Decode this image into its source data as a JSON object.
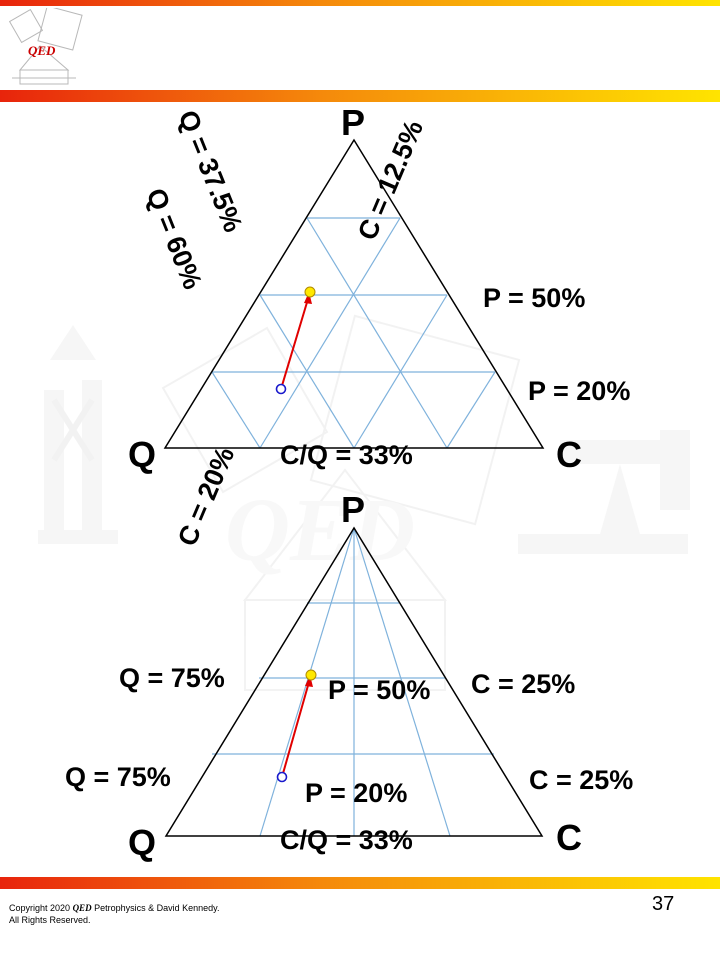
{
  "brand": {
    "logo_text": "QED",
    "accent_colors": [
      "#e8240c",
      "#f58a0b",
      "#ffe400"
    ]
  },
  "top_diagram": {
    "apex_label": "P",
    "left_label": "Q",
    "right_label": "C",
    "labels": {
      "q_375": "Q = 37.5%",
      "q_60": "Q = 60%",
      "c_125": "C = 12.5%",
      "c_20": "C = 20%",
      "p_50": "P = 50%",
      "p_20": "P = 20%",
      "cq_33": "C/Q = 33%"
    }
  },
  "bottom_diagram": {
    "apex_label": "P",
    "left_label": "Q",
    "right_label": "C",
    "labels": {
      "q_75_upper": "Q = 75%",
      "q_75_lower": "Q = 75%",
      "c_25_upper": "C = 25%",
      "c_25_lower": "C = 25%",
      "p_50": "P = 50%",
      "p_20": "P = 20%",
      "cq_33": "C/Q = 33%"
    }
  },
  "colors": {
    "grid": "#7fb2dc",
    "outline": "#000000",
    "arrow": "#e00000",
    "start_point": "#1a1acc",
    "end_point": "#ffe800"
  },
  "footer": {
    "copyright_prefix": "Copyright 2020",
    "copyright_brand": "QED",
    "copyright_suffix": "Petrophysics & David Kennedy.",
    "rights": "All Rights Reserved.",
    "page_number": "37"
  }
}
